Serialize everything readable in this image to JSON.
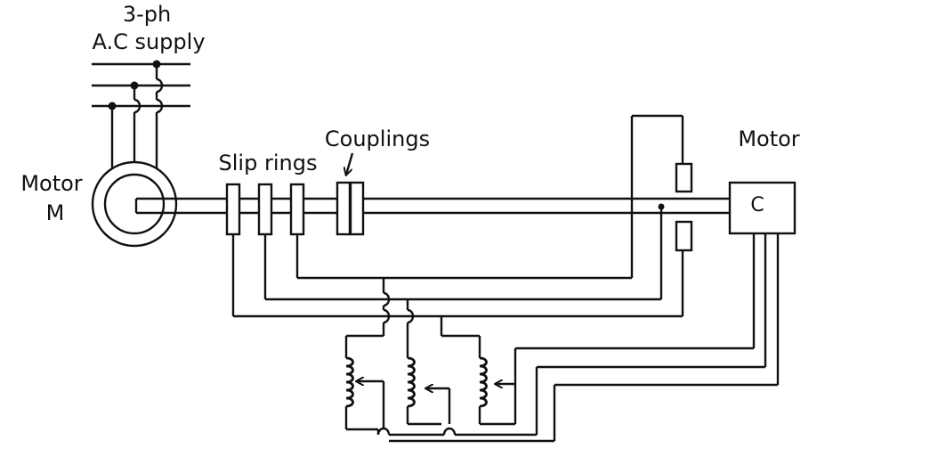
{
  "labels": {
    "supply_line1": "3-ph",
    "supply_line2": "A.C supply",
    "motor_m_line1": "Motor",
    "motor_m_line2": "M",
    "slip_rings": "Slip rings",
    "couplings": "Couplings",
    "motor_right": "Motor",
    "c_letter": "C"
  },
  "colors": {
    "line": "#111111",
    "background": "#ffffff"
  }
}
